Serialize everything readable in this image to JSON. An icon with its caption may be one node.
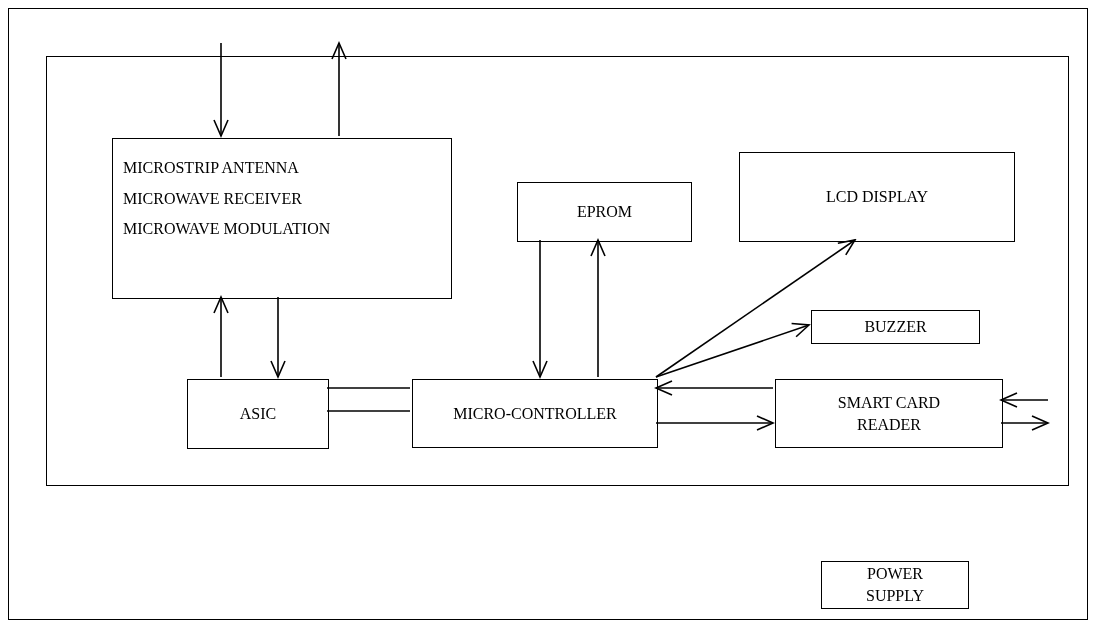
{
  "diagram": {
    "nodes": [
      {
        "text": [],
        "shape": "box"
      },
      {
        "text": [],
        "shape": "box",
        "in": 0
      },
      {
        "text": [
          "MICROSTRIP ANTENNA",
          "MICROWAVE RECEIVER",
          "MICROWAVE MODULATION"
        ],
        "in": 1
      },
      {
        "text": [
          "EPROM"
        ],
        "in": 1
      },
      {
        "text": [
          "LCD DISPLAY"
        ],
        "in": 1
      },
      {
        "text": [
          "BUZZER"
        ],
        "in": 1
      },
      {
        "text": [
          "ASIC"
        ],
        "in": 1
      },
      {
        "text": [
          "MICRO-CONTROLLER"
        ],
        "in": 1
      },
      {
        "text": [
          "SMART CARD READER"
        ],
        "in": 1
      },
      {
        "text": [
          "POWER SUPPLY"
        ],
        "in": 0
      }
    ],
    "edges": [
      {
        "from": null,
        "to": 2,
        "arrow": "to"
      },
      {
        "from": 2,
        "to": null,
        "arrow": "to"
      },
      {
        "from": 6,
        "to": 2,
        "arrow": "to"
      },
      {
        "from": 2,
        "to": 6,
        "arrow": "to"
      },
      {
        "from": 6,
        "to": 7,
        "arrow": "none"
      },
      {
        "from": 6,
        "to": 7,
        "arrow": "none"
      },
      {
        "from": 3,
        "to": 7,
        "arrow": "to"
      },
      {
        "from": 7,
        "to": 3,
        "arrow": "to"
      },
      {
        "from": 7,
        "to": 4,
        "arrow": "to"
      },
      {
        "from": 7,
        "to": 5,
        "arrow": "to"
      },
      {
        "from": 8,
        "to": 7,
        "arrow": "to"
      },
      {
        "from": 7,
        "to": 8,
        "arrow": "to"
      },
      {
        "from": null,
        "to": 8,
        "arrow": "to"
      },
      {
        "from": 8,
        "to": null,
        "arrow": "to"
      }
    ]
  }
}
